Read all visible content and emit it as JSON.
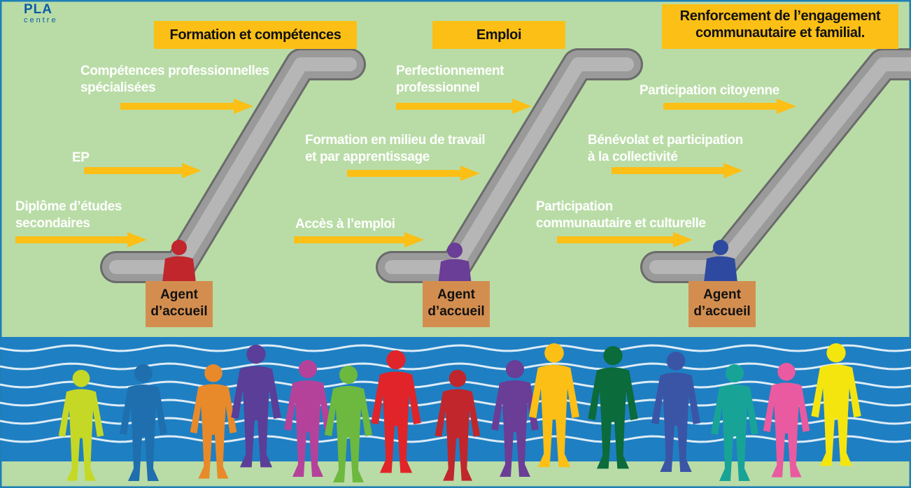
{
  "logo": {
    "name": "PLA",
    "sub": "centre"
  },
  "headers": [
    "Formation et compétences",
    "Emploi",
    "Renforcement de l’engagement communautaire et familial."
  ],
  "agent_label": "Agent d’accueil",
  "steps": {
    "col1": {
      "top_1": "Compétences professionnelles",
      "top_2": "spécialisées",
      "mid": "EP",
      "bottom_1": "Diplôme d’études",
      "bottom_2": "secondaires"
    },
    "col2": {
      "top_1": "Perfectionnement",
      "top_2": "professionnel",
      "mid_1": "Formation en milieu de travail",
      "mid_2": "et par apprentissage",
      "bottom": "Accès à l’emploi"
    },
    "col3": {
      "top": "Participation citoyenne",
      "mid_1": "Bénévolat et participation",
      "mid_2": "à la collectivité",
      "bottom_1": "Participation",
      "bottom_2": "communautaire et culturelle"
    }
  },
  "colors": {
    "background": "#b9dca6",
    "border": "#1f7fb6",
    "water": "#1f7fc3",
    "header": "#fbbf16",
    "arrow": "#fbbf16",
    "escalator": "#9a9a9a",
    "agent_box": "#d38e4f",
    "agents": [
      "#c0262c",
      "#6a3d96",
      "#2e4aa0"
    ],
    "crowd": [
      "#c5d826",
      "#1f6fae",
      "#e88a2a",
      "#5a3e97",
      "#b5429a",
      "#6db83f",
      "#e02429",
      "#c0262c",
      "#6a3d96",
      "#fbbf16",
      "#0b6b3a",
      "#3a55a5",
      "#17a497",
      "#ea5aa0",
      "#f5e50f"
    ]
  }
}
